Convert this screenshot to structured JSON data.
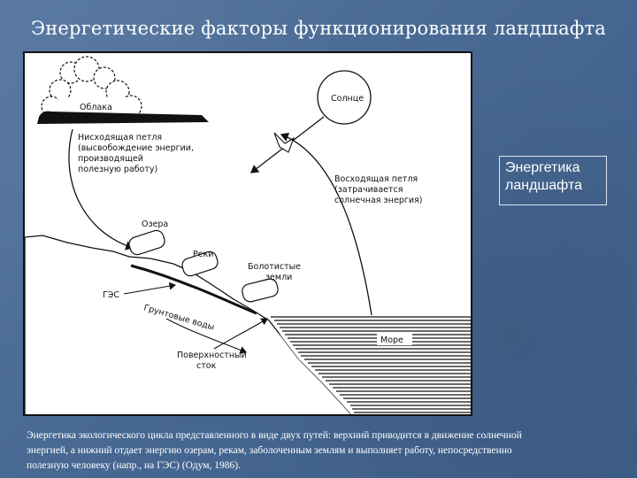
{
  "slide": {
    "title": "Энергетические факторы функционирования ландшафта",
    "side_label": {
      "line1": "Энергетика",
      "line2": "ландшафта"
    },
    "caption": {
      "line1": "Энергетика экологического цикла представленного в виде двух путей: верхний приводится в движение солнечной",
      "line2": "энергией, а нижний отдает энергию озерам, рекам, заболоченным землям и выполняет работу, непосредственно",
      "line3": "полезную человеку (напр., на ГЭС) (Одум, 1986)."
    }
  },
  "diagram": {
    "sun": "Солнце",
    "clouds": "Облака",
    "descending_loop": [
      "Нисходящая петля",
      "(высвобождение энергии,",
      "производящей",
      "полезную работу)"
    ],
    "ascending_loop": [
      "Восходящая петля",
      "(затрачивается",
      "солнечная энергия)"
    ],
    "lakes": "Озера",
    "rivers": "Реки",
    "swamps": [
      "Болотистые",
      "земли"
    ],
    "hydro": "ГЭС",
    "groundwater": "Грунтовые воды",
    "surface_runoff": [
      "Поверхностный",
      "сток"
    ],
    "sea": "Море"
  }
}
